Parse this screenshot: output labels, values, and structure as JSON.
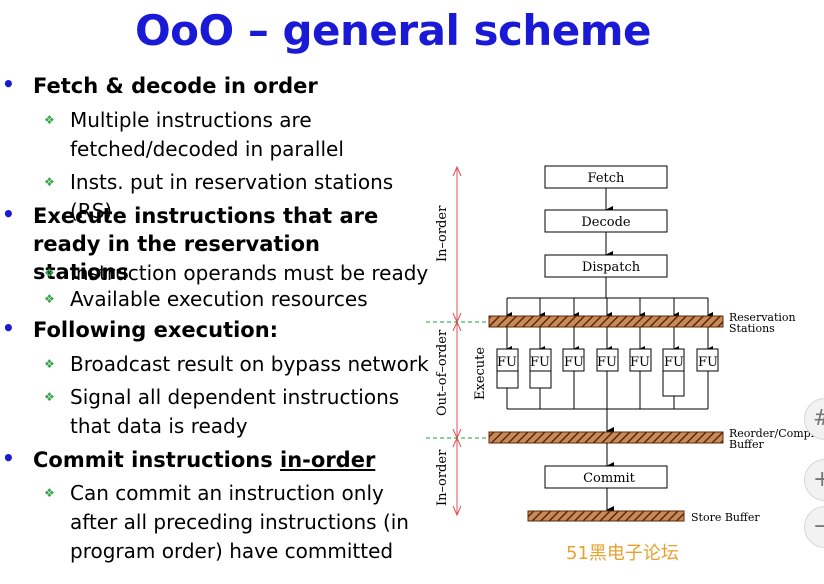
{
  "slide": {
    "title": "OoO – general scheme",
    "bullets": [
      {
        "text": "Fetch & decode in order",
        "subs": [
          "Multiple instructions are fetched/decoded in parallel",
          "Insts. put in reservation stations (RS)"
        ]
      },
      {
        "text": "Execute instructions that are ready in the reservation stations",
        "subs": [
          "Instruction operands must be ready",
          "Available execution resources"
        ]
      },
      {
        "text": "Following execution:",
        "subs": [
          "Broadcast result on bypass network",
          "Signal all dependent instructions that data is ready"
        ]
      },
      {
        "text_before": "Commit instructions ",
        "text_underlined": "in-order",
        "subs": [
          "Can commit an instruction only after all preceding instructions (in program order) have committed"
        ]
      }
    ]
  },
  "diagram": {
    "stages": {
      "fetch": "Fetch",
      "decode": "Decode",
      "dispatch": "Dispatch",
      "commit": "Commit"
    },
    "fu_label": "FU",
    "fu_count": 7,
    "execute_label": "Execute",
    "reservation_label_1": "Reservation",
    "reservation_label_2": "Stations",
    "rob_label_1": "Reorder/Completion",
    "rob_label_2": "Buffer",
    "store_buffer_label": "Store Buffer",
    "range_labels": {
      "top": "In–order",
      "middle": "Out–of–order",
      "bottom": "In–order"
    },
    "colors": {
      "hatch": "#8b4a1e",
      "range_arrow": "#e05050",
      "dashed": "#1d9e3a"
    }
  },
  "watermark": "51黑电子论坛",
  "side_controls": [
    "#",
    "+",
    "−"
  ]
}
